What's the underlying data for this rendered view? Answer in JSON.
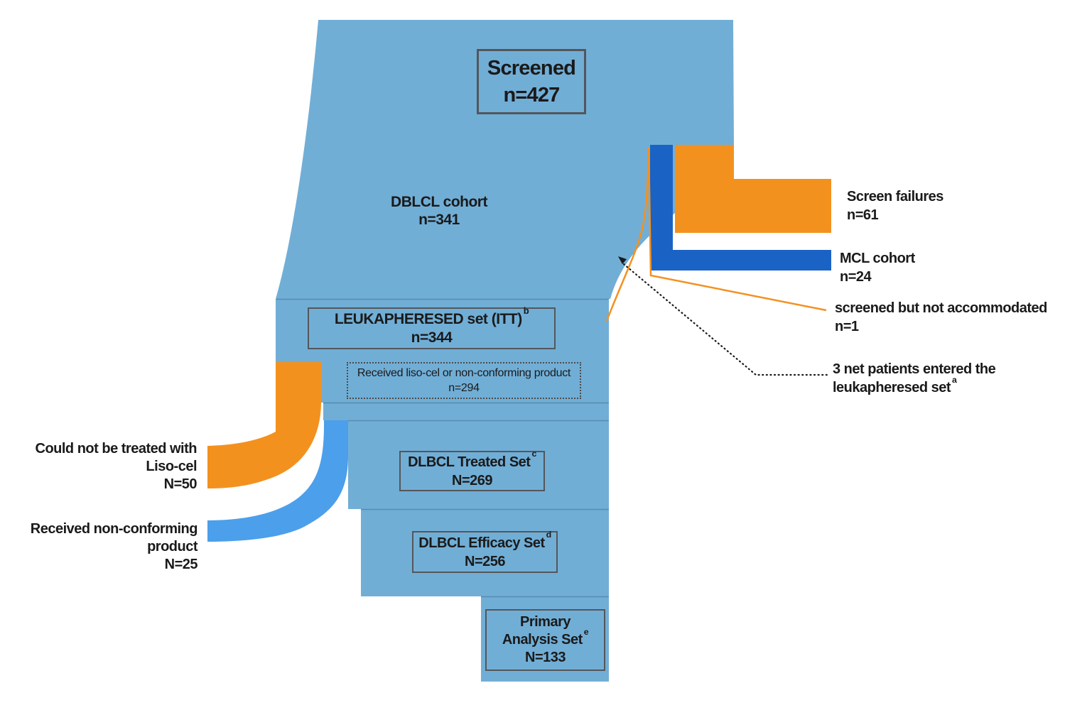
{
  "colors": {
    "trunk_blue": "#71AED6",
    "ribbon_blue": "#4C9FEA",
    "mcl_blue": "#1A63C5",
    "orange": "#F3911F",
    "box_border": "#54565A",
    "text": "#1A1A1A"
  },
  "nodes": {
    "screened": {
      "title": "Screened",
      "count": "n=427"
    },
    "dblcl": {
      "label": "DBLCL cohort",
      "count": "n=341"
    },
    "leukapheresed": {
      "label": "LEUKAPHERESED set (ITT)",
      "sup": "b",
      "count": "n=344"
    },
    "received": {
      "label": "Received liso-cel or non-conforming product",
      "count": "n=294"
    },
    "treated": {
      "label": "DLBCL Treated Set",
      "sup": "c",
      "count": "N=269"
    },
    "efficacy": {
      "label": "DLBCL Efficacy Set",
      "sup": "d",
      "count": "N=256"
    },
    "primary": {
      "line1": "Primary",
      "line2": "Analysis Set",
      "sup": "e",
      "count": "N=133"
    }
  },
  "right_labels": {
    "screen_failures": {
      "label": "Screen failures",
      "count": "n=61"
    },
    "mcl": {
      "label": "MCL cohort",
      "count": "n=24"
    },
    "not_accommodated": {
      "label": "screened but not accommodated",
      "count": "n=1"
    },
    "net_patients": {
      "line1": "3 net patients entered the",
      "line2": "leukapheresed set",
      "sup": "a"
    }
  },
  "left_labels": {
    "could_not_be_treated": {
      "line1": "Could not be treated with",
      "line2": "Liso-cel",
      "count": "N=50"
    },
    "non_conforming": {
      "line1": "Received non-conforming",
      "line2": "product",
      "count": "N=25"
    }
  }
}
